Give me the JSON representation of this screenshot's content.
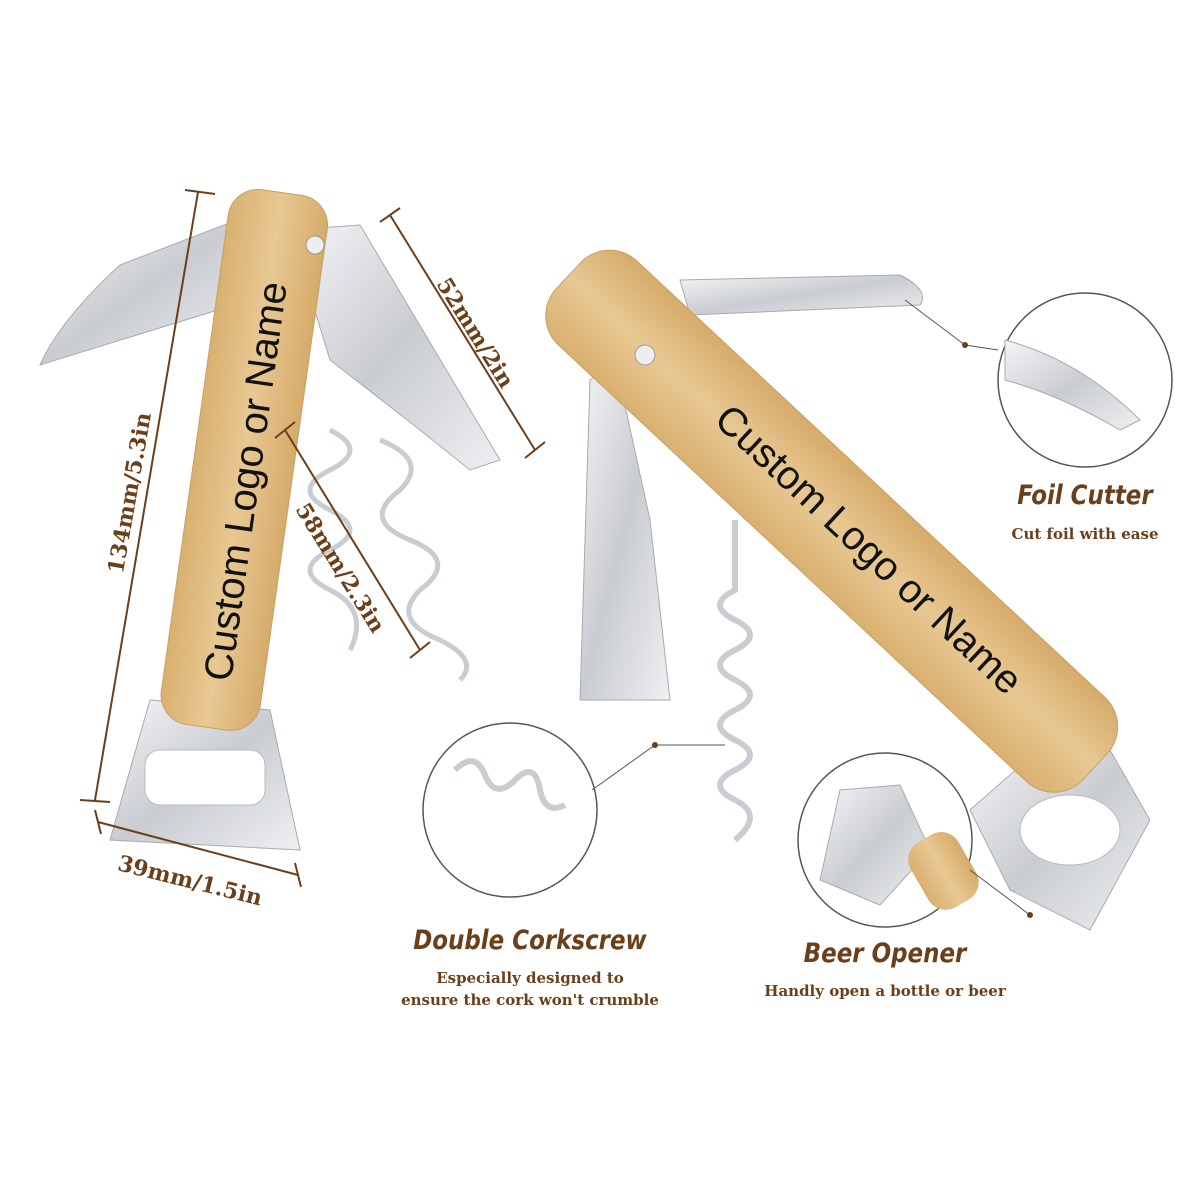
{
  "colors": {
    "accent": "#6b3f1a",
    "wood": "#e2bd84",
    "steel": "#dcdfe3"
  },
  "left_knife": {
    "engraving": "Custom Logo or Name",
    "dimensions": {
      "length": "134mm/5.3in",
      "blade": "52mm/2in",
      "corkscrew": "58mm/2.3in",
      "width": "39mm/1.5in"
    }
  },
  "right_knife": {
    "engraving": "Custom Logo or Name"
  },
  "features": [
    {
      "title": "Foil Cutter",
      "lines": [
        "Cut foil with ease"
      ]
    },
    {
      "title": "Double Corkscrew",
      "lines": [
        "Especially designed to",
        "ensure the cork won't crumble"
      ]
    },
    {
      "title": "Beer Opener",
      "lines": [
        "Handly open a bottle or beer"
      ]
    }
  ]
}
